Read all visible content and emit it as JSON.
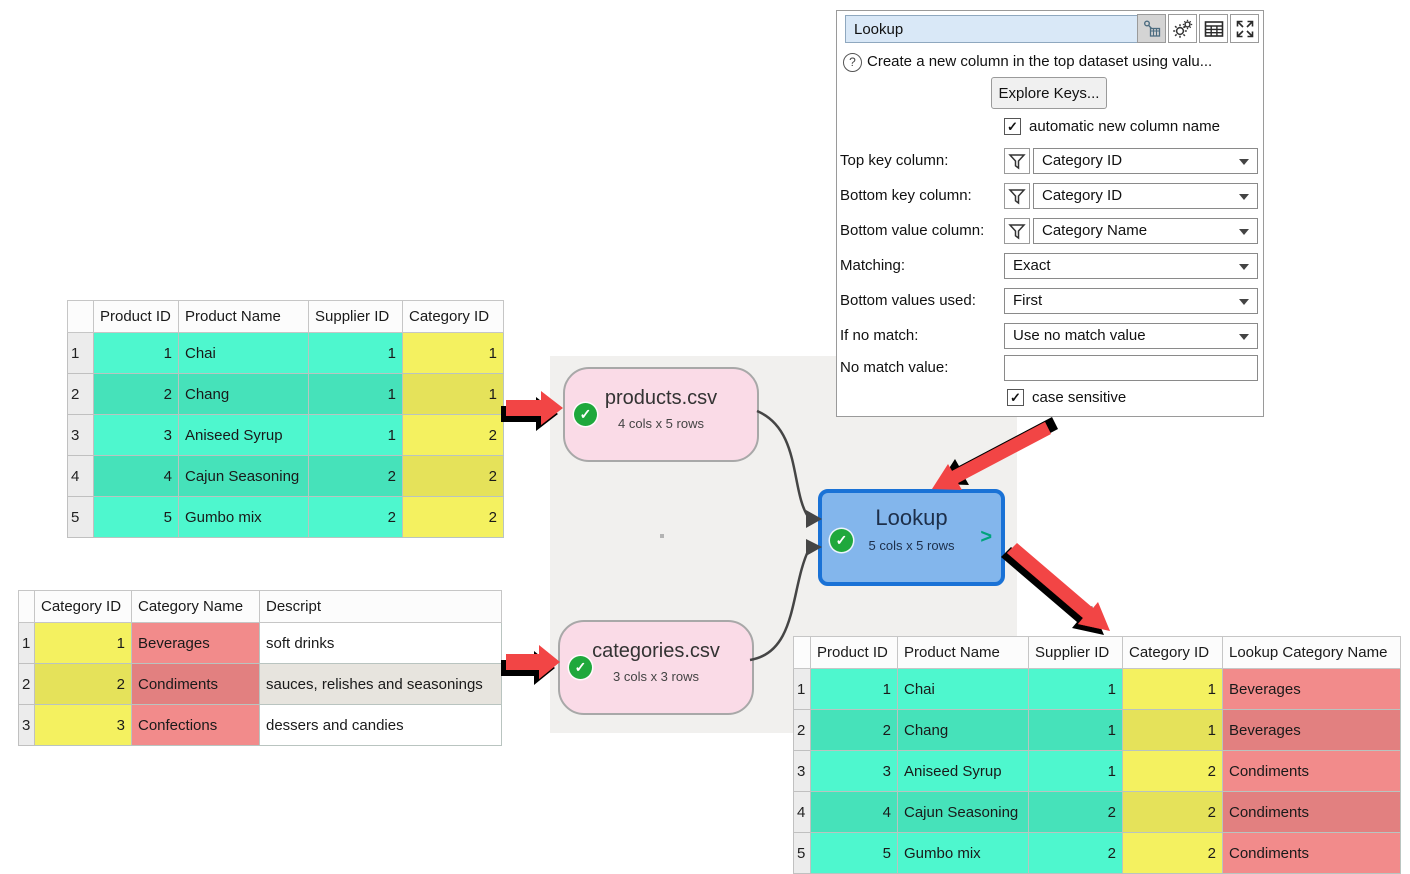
{
  "panel": {
    "title_value": "Lookup",
    "description": "Create a new column in the top dataset using valu...",
    "explore_keys_label": "Explore Keys...",
    "auto_column_label": "automatic new column name",
    "case_sensitive_label": "case sensitive",
    "fields": [
      {
        "label": "Top key column:",
        "value": "Category ID",
        "filter": true,
        "type": "select"
      },
      {
        "label": "Bottom key column:",
        "value": "Category ID",
        "filter": true,
        "type": "select"
      },
      {
        "label": "Bottom value column:",
        "value": "Category Name",
        "filter": true,
        "type": "select"
      },
      {
        "label": "Matching:",
        "value": "Exact",
        "filter": false,
        "type": "select"
      },
      {
        "label": "Bottom values used:",
        "value": "First",
        "filter": false,
        "type": "select"
      },
      {
        "label": "If no match:",
        "value": "Use no match value",
        "filter": false,
        "type": "select"
      },
      {
        "label": "No match value:",
        "value": "",
        "filter": false,
        "type": "input"
      }
    ],
    "help_glyph": "?"
  },
  "nodes": {
    "products": {
      "title": "products.csv",
      "subtitle": "4 cols x 5 rows"
    },
    "categories": {
      "title": "categories.csv",
      "subtitle": "3 cols x 3 rows"
    },
    "lookup": {
      "title": "Lookup",
      "subtitle": "5 cols x 5 rows",
      "chevron": ">"
    }
  },
  "products_table": {
    "columns": [
      "Product ID",
      "Product Name",
      "Supplier ID",
      "Category ID"
    ],
    "rows": [
      [
        "1",
        "1",
        "Chai",
        "1",
        "1"
      ],
      [
        "2",
        "2",
        "Chang",
        "1",
        "1"
      ],
      [
        "3",
        "3",
        "Aniseed Syrup",
        "1",
        "2"
      ],
      [
        "4",
        "4",
        "Cajun Seasoning",
        "2",
        "2"
      ],
      [
        "5",
        "5",
        "Gumbo mix",
        "2",
        "2"
      ]
    ]
  },
  "categories_table": {
    "columns": [
      "Category ID",
      "Category Name",
      "Descript"
    ],
    "rows": [
      [
        "1",
        "1",
        "Beverages",
        "soft drinks"
      ],
      [
        "2",
        "2",
        "Condiments",
        "sauces, relishes and seasonings"
      ],
      [
        "3",
        "3",
        "Confections",
        "dessers and candies"
      ]
    ]
  },
  "result_table": {
    "columns": [
      "Product ID",
      "Product Name",
      "Supplier ID",
      "Category ID",
      "Lookup Category Name"
    ],
    "rows": [
      [
        "1",
        "1",
        "Chai",
        "1",
        "1",
        "Beverages"
      ],
      [
        "2",
        "2",
        "Chang",
        "1",
        "1",
        "Beverages"
      ],
      [
        "3",
        "3",
        "Aniseed Syrup",
        "1",
        "2",
        "Condiments"
      ],
      [
        "4",
        "4",
        "Cajun Seasoning",
        "2",
        "2",
        "Condiments"
      ],
      [
        "5",
        "5",
        "Gumbo mix",
        "2",
        "2",
        "Condiments"
      ]
    ]
  },
  "icons": {
    "check": "✓"
  },
  "colors": {
    "accent-blue": "#1a72d6",
    "lookup-fill": "#83b6ec",
    "node-pink": "#fadbe7",
    "cyan": "#4ef7ce",
    "cyan-dark": "#46e2ba",
    "yellow": "#f4f160",
    "yellow-dark": "#e5e25a",
    "pink": "#f28b8b",
    "pink-dark": "#e28080",
    "red-arrow": "#f24545",
    "check-green": "#1fa83c"
  }
}
